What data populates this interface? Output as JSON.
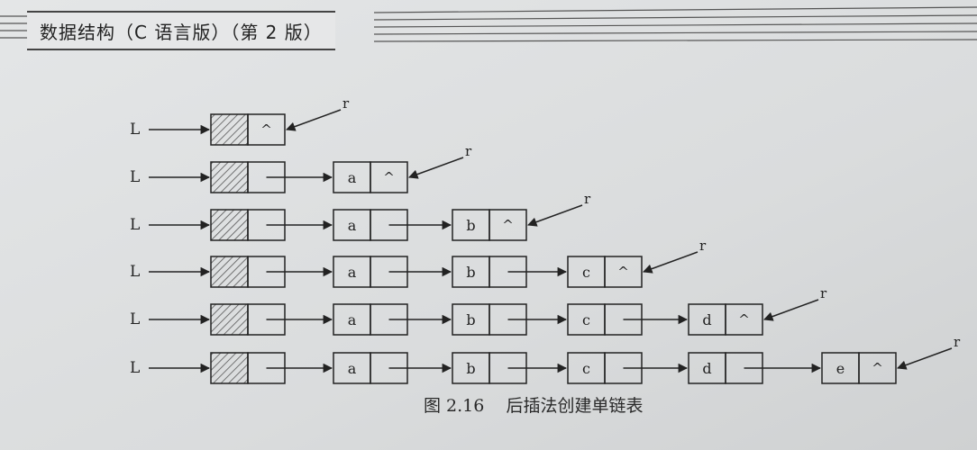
{
  "header": {
    "title": "数据结构（C 语言版）（第 2 版）"
  },
  "figure": {
    "caption": "图 2.16    后插法创建单链表",
    "head_label": "L",
    "tail_label": "r",
    "null_symbol": "^",
    "rows": [
      [],
      [
        "a"
      ],
      [
        "a",
        "b"
      ],
      [
        "a",
        "b",
        "c"
      ],
      [
        "a",
        "b",
        "c",
        "d"
      ],
      [
        "a",
        "b",
        "c",
        "d",
        "e"
      ]
    ]
  },
  "colors": {
    "paper": "#dcdedf",
    "ink": "#222222",
    "hatch": "#555555"
  }
}
